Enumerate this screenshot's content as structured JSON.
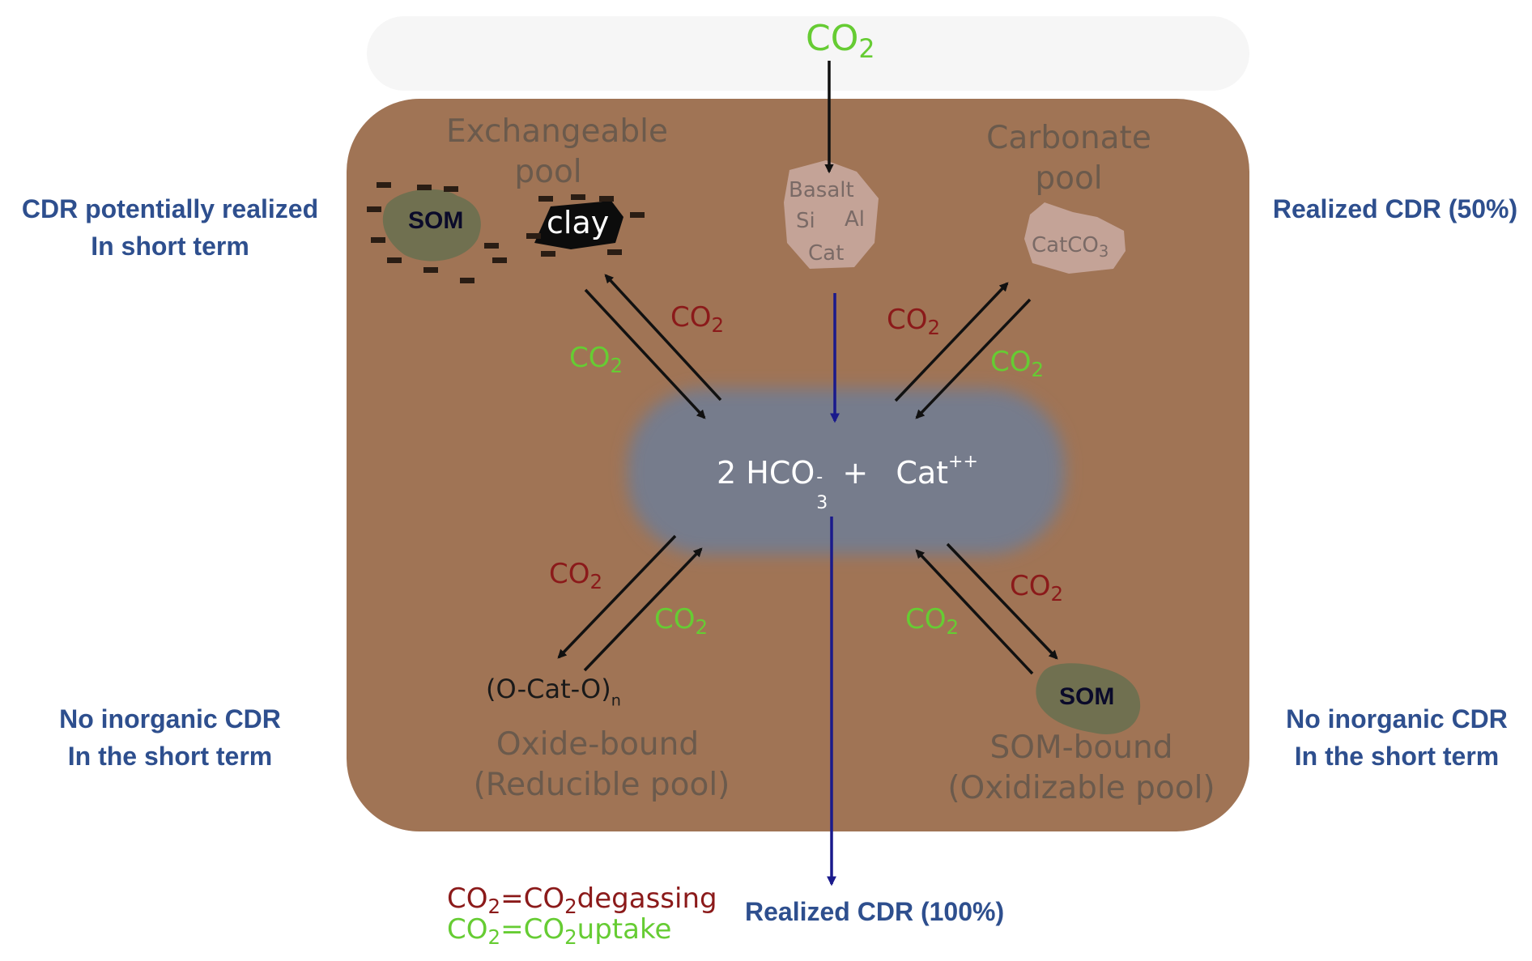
{
  "top": {
    "co2_main": "CO",
    "co2_sub": "2"
  },
  "pools": {
    "exchangeable": {
      "line1": "Exchangeable",
      "line2": "pool"
    },
    "carbonate": {
      "line1": "Carbonate",
      "line2": "pool"
    },
    "oxide": {
      "line1": "Oxide-bound",
      "line2": "(Reducible pool)"
    },
    "som_bound": {
      "line1": "SOM-bound",
      "line2": "(Oxidizable pool)"
    }
  },
  "particles": {
    "som_top": "SOM",
    "clay": "clay",
    "som_bottom": "SOM",
    "basalt": {
      "name": "Basalt",
      "si": "Si",
      "al": "Al",
      "cat": "Cat"
    },
    "carbonate": {
      "main": "CatCO",
      "sub": "3"
    },
    "oxide": {
      "main": "(O-Cat-O)",
      "sub": "n"
    }
  },
  "center": {
    "prefix": "2 HCO",
    "sub": "3",
    "sup": "-",
    "plus": "+",
    "cat": "Cat",
    "cat_sup": "++"
  },
  "fluxes": {
    "co2_main": "CO",
    "co2_sub": "2"
  },
  "side_labels": {
    "top_left": {
      "line1": "CDR potentially realized",
      "line2": "In short term"
    },
    "top_right": {
      "line1": "Realized CDR (50%)"
    },
    "bottom_left": {
      "line1": "No inorganic CDR",
      "line2": "In the short term"
    },
    "bottom_right": {
      "line1": "No inorganic CDR",
      "line2": "In the short term"
    },
    "bottom_center": "Realized CDR (100%)"
  },
  "legend": {
    "degassing": {
      "co2": "CO",
      "sub": "2",
      "eq": "=CO",
      "sub2": "2",
      "word": "degassing",
      "color": "#8b1a1a"
    },
    "uptake": {
      "co2": "CO",
      "sub": "2",
      "eq": "=CO",
      "sub2": "2",
      "word": "uptake",
      "color": "#66cc33"
    }
  },
  "colors": {
    "soil": "#a07455",
    "atmosphere": "#f6f6f6",
    "solution": "#767c8c",
    "arrow_black": "#111111",
    "arrow_blue": "#1a1a8c",
    "degassing": "#8b1a1a",
    "uptake": "#66cc33",
    "side_text": "#2e4f8e"
  }
}
